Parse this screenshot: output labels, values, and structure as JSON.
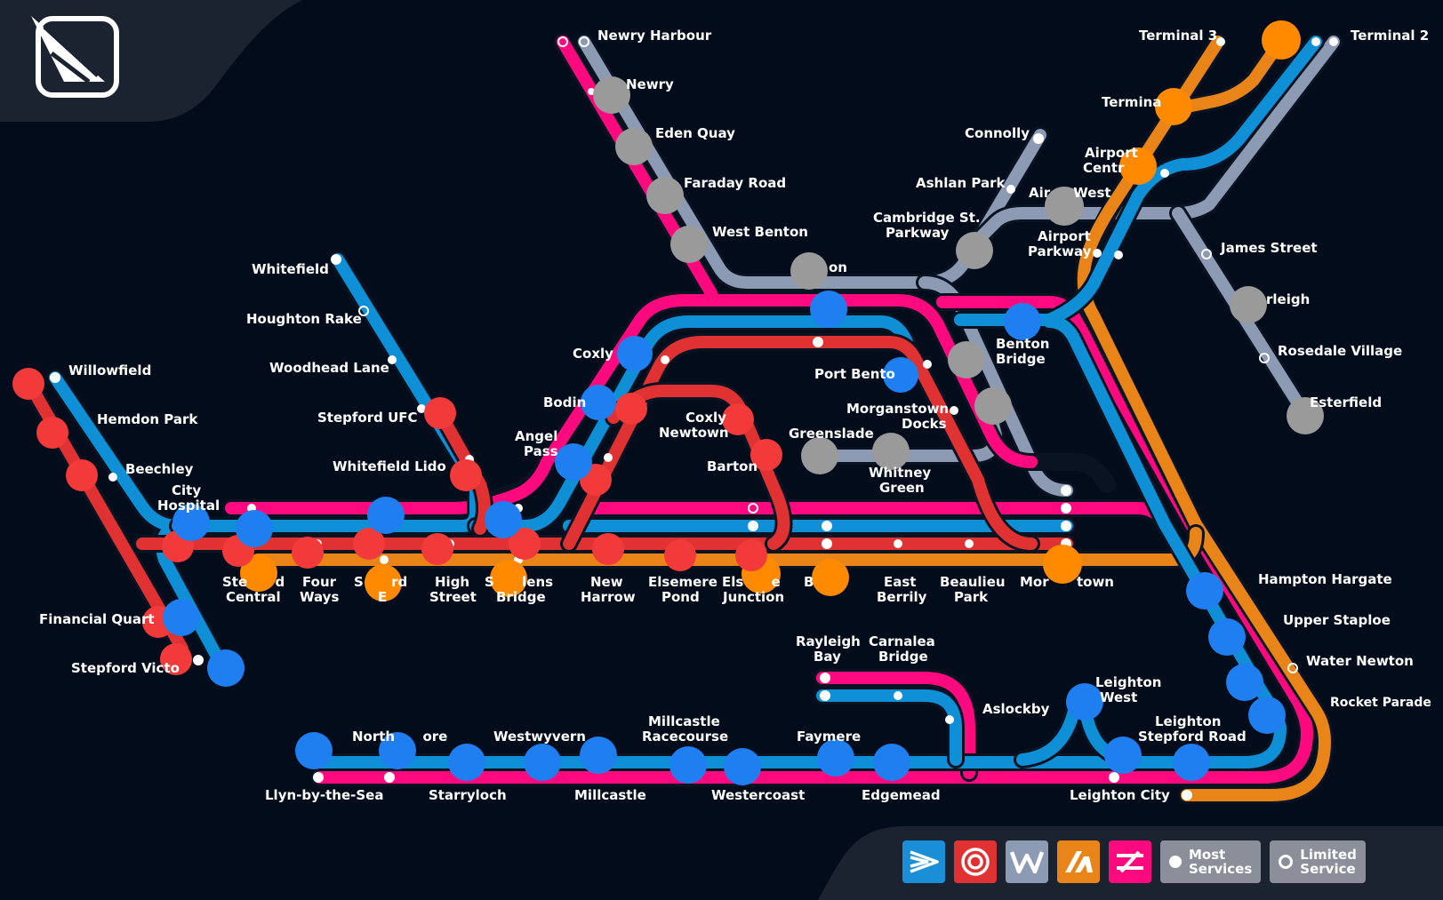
{
  "colors": {
    "background": "#020c1b",
    "blue_line": "#0f8fd6",
    "red_line": "#e03232",
    "pink_line": "#ff0a7e",
    "grey_line": "#8c9ab4",
    "orange_line": "#e88418",
    "blue_marker": "#1f7ff0",
    "red_marker": "#f23a3a",
    "orange_marker": "#ff8a00",
    "grey_marker": "#9a9a9a"
  },
  "stations": {
    "newry_harbour": "Newry Harbour",
    "newry": "Newry",
    "eden_quay": "Eden Quay",
    "faraday_road": "Faraday Road",
    "west_benton": "West Benton",
    "benton": "on",
    "port_benton": "Port Bento",
    "terminal_3": "Terminal 3",
    "terminal_2": "Terminal 2",
    "terminal_1": "Termina",
    "airport_central_1": "Airport",
    "airport_central_2": "Centr",
    "connolly": "Connolly",
    "ashlan_park": "Ashlan Park",
    "airport_west": "Air     West",
    "cambridge_1": "Cambridge St.",
    "cambridge_2": "Parkway",
    "airport_parkway_1": "Airport",
    "airport_parkway_2": "Parkway",
    "james_street": "James Street",
    "arleigh": "rleigh",
    "rosedale_village": "Rosedale Village",
    "easterfield": "Esterfield",
    "benton_bridge_1": "Benton",
    "benton_bridge_2": "Bridge",
    "morganstown_docks_1": "Morganstown",
    "morganstown_docks_2": "Docks",
    "greenslade": "Greenslade",
    "whitney_green_1": "Whitney",
    "whitney_green_2": "Green",
    "whitefield": "Whitefield",
    "houghton_rake": "Houghton Rake",
    "woodhead_lane": "Woodhead Lane",
    "stepford_ufc": "Stepford UFC",
    "whitefield_lido": "Whitefield Lido",
    "willowfield": "Willowfield",
    "hemdon_park": "Hemdon Park",
    "beechley": "Beechley",
    "city_hospital_1": "City",
    "city_hospital_2": "Hospital",
    "coxly": "Coxly",
    "bodin": "Bodin",
    "angel_pass_1": "Angel",
    "angel_pass_2": "Pass",
    "coxly_newtown_1": "Coxly",
    "coxly_newtown_2": "Newtown",
    "barton": "Barton",
    "stepford_central_1": "Ste      d",
    "stepford_central_2": "Central",
    "four_ways_1": "Four",
    "four_ways_2": "Ways",
    "stepford_east_1": "S      rd",
    "stepford_east_2": "E",
    "high_street_1": "High",
    "high_street_2": "Street",
    "st_helens_1": "S      lens",
    "st_helens_2": "Bridge",
    "new_harrow_1": "New",
    "new_harrow_2": "Harrow",
    "elsemere_pond_1": "Elsemere",
    "elsemere_pond_2": "Pond",
    "elsemere_junction_1": "Els      e",
    "elsemere_junction_2": "Junction",
    "berrily": "B",
    "east_berrily_1": "East",
    "east_berrily_2": "Berrily",
    "beaulieu_park_1": "Beaulieu",
    "beaulieu_park_2": "Park",
    "morganstown": "Mor      town",
    "financial_quarter": "Financial Quart",
    "stepford_victoria": "Stepford Victo",
    "hampton_hargate": "Hampton Hargate",
    "upper_staploe": "Upper Staploe",
    "water_newton": "Water Newton",
    "rocket_parade": "Rocket Parade",
    "rayleigh_bay_1": "Rayleigh",
    "rayleigh_bay_2": "Bay",
    "carnalea_bridge_1": "Carnalea",
    "carnalea_bridge_2": "Bridge",
    "aslockby": "Aslockby",
    "leighton_west_1": "Leighton",
    "leighton_west_2": "West",
    "leighton_stepford_1": "Leighton",
    "leighton_stepford_2": "Stepford Road",
    "leighton_city": "Leighton City",
    "northshore": "North      ore",
    "westwyvern": "Westwyvern",
    "millcastle_racecourse_1": "Millcastle",
    "millcastle_racecourse_2": "Racecourse",
    "faymere": "Faymere",
    "llyn_by_the_sea": "Llyn-by-the-Sea",
    "starryloch": "Starryloch",
    "millcastle": "Millcastle",
    "westercoast": "Westercoast",
    "edgemead": "Edgemead"
  },
  "legend": {
    "operators": [
      {
        "name": "connect-icon",
        "color": "#1a8fd8"
      },
      {
        "name": "metro-icon",
        "color": "#e03232"
      },
      {
        "name": "waterline-icon",
        "color": "#8c9ab4"
      },
      {
        "name": "airlink-icon",
        "color": "#e88418"
      },
      {
        "name": "express-icon",
        "color": "#ff0a7e"
      }
    ],
    "most_services_1": "Most",
    "most_services_2": "Services",
    "limited_service_1": "Limited",
    "limited_service_2": "Service"
  }
}
